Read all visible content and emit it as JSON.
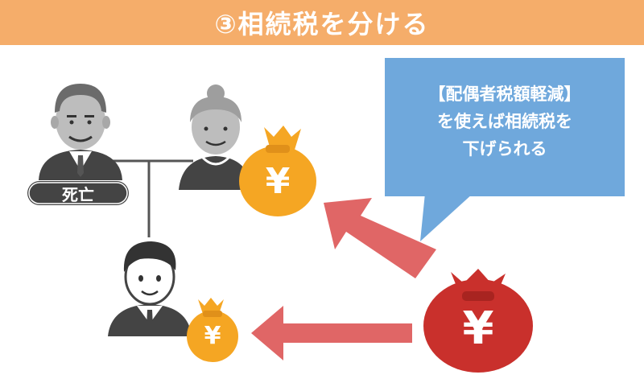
{
  "header": {
    "title": "③相続税を分ける",
    "bg_color": "#f5ad6a"
  },
  "callout": {
    "lines": [
      "【配偶者税額軽減】",
      "を使えば相続税を",
      "下げられる"
    ],
    "color": "#6fa8dc"
  },
  "deceased": {
    "label": "死亡"
  },
  "bags": {
    "spouse_symbol": "¥",
    "child_symbol": "¥",
    "estate_symbol": "¥",
    "heir_color": "#f5a623",
    "estate_color": "#c9302c"
  },
  "arrows": {
    "color": "#e06666"
  }
}
